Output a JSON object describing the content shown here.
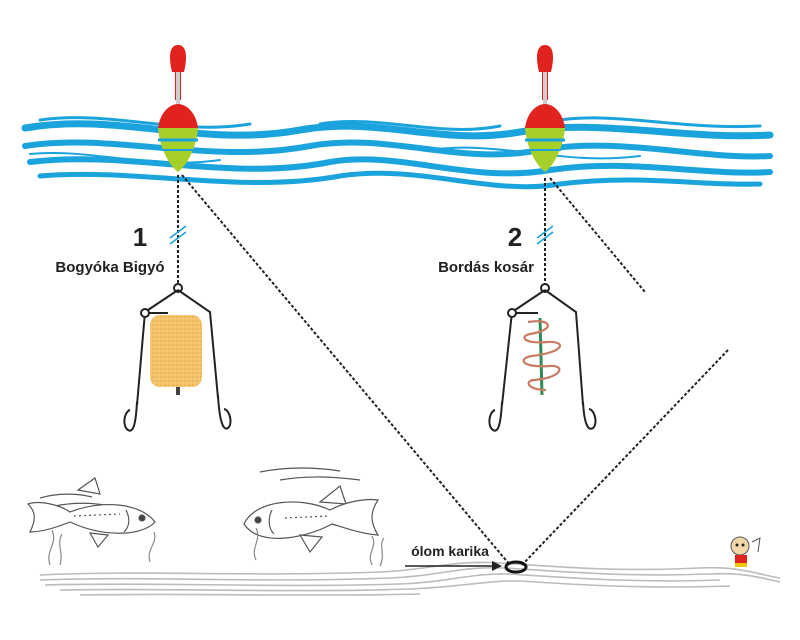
{
  "rigs": [
    {
      "number": "1",
      "label": "Bogyóka Bigyó"
    },
    {
      "number": "2",
      "label": "Bordás kosár"
    }
  ],
  "ring_label": "ólom karika",
  "colors": {
    "water": "#1aa3dc",
    "float_top": "#e0231f",
    "float_bottom": "#a7cf2a",
    "bait": "#f3c36a",
    "spring": "#c97b62",
    "line": "#222222",
    "bottom": "#b8b8b8"
  },
  "icons": [
    "float-icon",
    "hook-icon",
    "fish-icon",
    "feeder-spring-icon",
    "bait-ball-icon",
    "lead-ring-icon",
    "mascot-icon"
  ]
}
